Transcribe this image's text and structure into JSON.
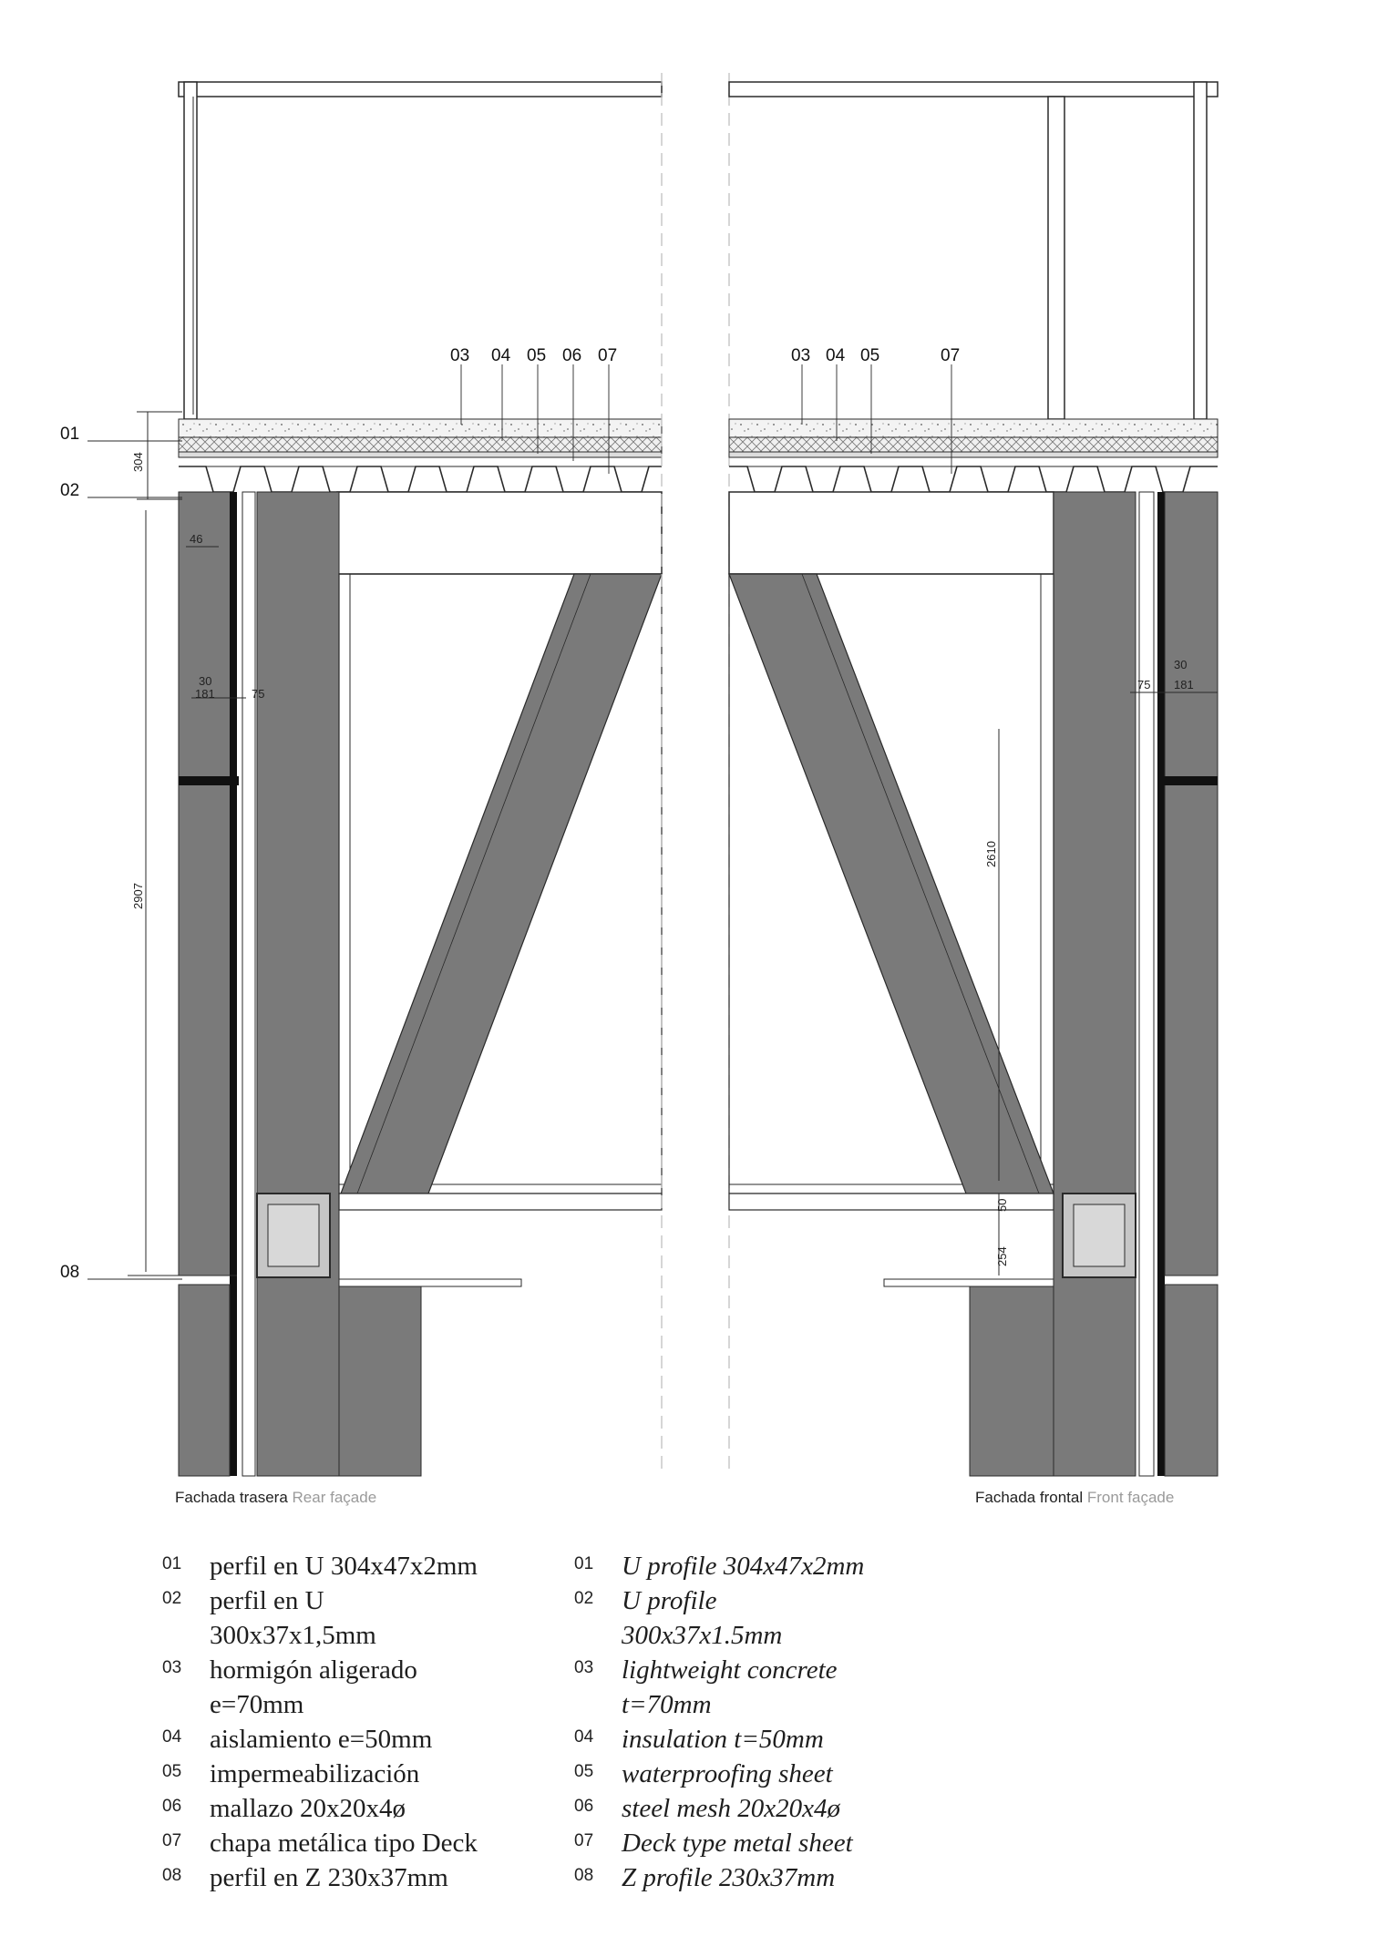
{
  "callouts": {
    "left_layers": [
      "03",
      "04",
      "05",
      "06",
      "07"
    ],
    "right_layers": [
      "03",
      "04",
      "05",
      "07"
    ],
    "side_left": [
      "01",
      "02",
      "08"
    ]
  },
  "dimensions": {
    "d304": "304",
    "d46": "46",
    "d30_left": "30",
    "d181_left": "181",
    "d75_left": "75",
    "d2907": "2907",
    "d2610": "2610",
    "d30_right": "30",
    "d181_right": "181",
    "d75_right": "75",
    "d50": "50",
    "d254": "254"
  },
  "captions": {
    "rear_es": "Fachada trasera",
    "rear_en": "Rear façade",
    "front_es": "Fachada frontal",
    "front_en": "Front façade"
  },
  "legend": {
    "es": [
      {
        "num": "01",
        "lines": [
          "perfil en U 304x47x2mm"
        ]
      },
      {
        "num": "02",
        "lines": [
          "perfil en U",
          "300x37x1,5mm"
        ]
      },
      {
        "num": "03",
        "lines": [
          "hormigón aligerado",
          "e=70mm"
        ]
      },
      {
        "num": "04",
        "lines": [
          "aislamiento e=50mm"
        ]
      },
      {
        "num": "05",
        "lines": [
          "impermeabilización"
        ]
      },
      {
        "num": "06",
        "lines": [
          "mallazo 20x20x4ø"
        ]
      },
      {
        "num": "07",
        "lines": [
          "chapa metálica tipo Deck"
        ]
      },
      {
        "num": "08",
        "lines": [
          "perfil en Z 230x37mm"
        ]
      }
    ],
    "en": [
      {
        "num": "01",
        "lines": [
          "U profile 304x47x2mm"
        ]
      },
      {
        "num": "02",
        "lines": [
          "U profile",
          "300x37x1.5mm"
        ]
      },
      {
        "num": "03",
        "lines": [
          "lightweight concrete",
          "t=70mm"
        ]
      },
      {
        "num": "04",
        "lines": [
          "insulation t=50mm"
        ]
      },
      {
        "num": "05",
        "lines": [
          "waterproofing sheet"
        ]
      },
      {
        "num": "06",
        "lines": [
          "steel mesh 20x20x4ø"
        ]
      },
      {
        "num": "07",
        "lines": [
          "Deck type metal sheet"
        ]
      },
      {
        "num": "08",
        "lines": [
          "Z profile 230x37mm"
        ]
      }
    ]
  },
  "colors": {
    "panel_gray": "#7a7a7a",
    "line": "#2a2a2a",
    "light_gray": "#d8d8d8"
  }
}
